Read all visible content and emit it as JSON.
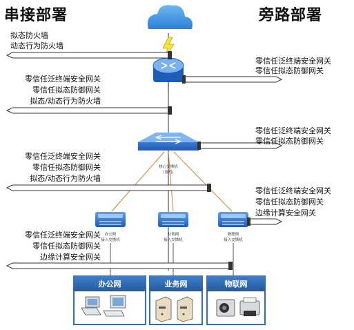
{
  "titles": {
    "serial": "串接部署",
    "bypass": "旁路部署"
  },
  "left_labels": {
    "l1": [
      "拟态防火墙",
      "动态行为防火墙"
    ],
    "l2": [
      "零信任泛终端安全网关",
      "零信任拟态防御网关",
      "拟态/动态行为防火墙"
    ],
    "l3": [
      "零信任泛终端安全网关",
      "零信任拟态防御网关",
      "拟态/动态行为防火墙"
    ],
    "l4": [
      "零信任泛终端安全网关",
      "零信任拟态防御网关",
      "边缘计算安全网关"
    ]
  },
  "right_labels": {
    "r1": [
      "零信任泛终端安全网关",
      "零信任拟态防御网关"
    ],
    "r2": [
      "零信任泛终端安全网关",
      "零信任拟态防御网关"
    ],
    "r3": [
      "零信任泛终端安全网关",
      "零信任拟态防御网关",
      "边缘计算安全网关"
    ]
  },
  "devices": {
    "core_switch": [
      "核心交换机",
      "(双机)"
    ],
    "sw_office": [
      "办公网",
      "接入交换机"
    ],
    "sw_business": [
      "业务网",
      "接入交换机"
    ],
    "sw_iot": [
      "物联网",
      "接入交换机"
    ]
  },
  "zones": {
    "office": "办公网",
    "business": "业务网",
    "iot": "物联网"
  },
  "icons": [
    "cloud-icon",
    "lightning-icon",
    "router-icon",
    "switch-icon",
    "laptop-icon",
    "server-icon",
    "printer-icon"
  ],
  "colors": {
    "zone_blue": "#2f6db5",
    "device_blue": "#2d6fd1",
    "link_orange": "#e07b39",
    "cloud": "#3b8de0"
  }
}
